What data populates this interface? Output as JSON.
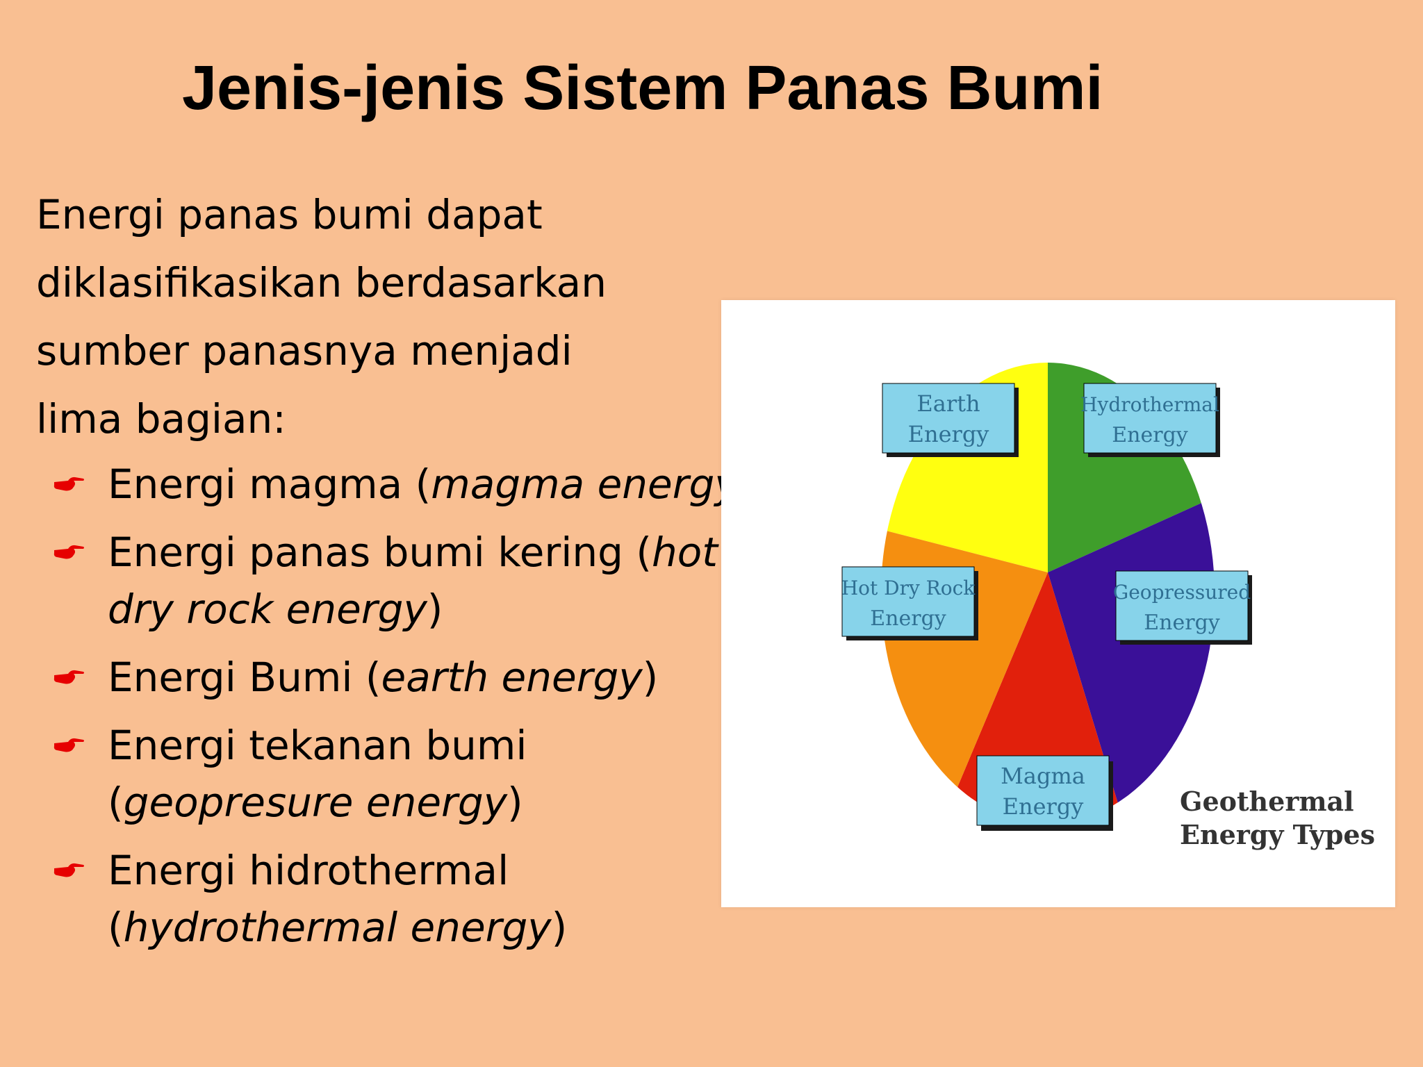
{
  "slide": {
    "title": "Jenis-jenis Sistem Panas Bumi",
    "intro_lines": [
      "Energi panas bumi dapat",
      "diklasifikasikan berdasarkan",
      "sumber panasnya menjadi",
      "lima bagian:"
    ],
    "bullets": [
      {
        "line1_plain": "Energi magma (",
        "line1_italic": "magma energy",
        "line1_tail": ")"
      },
      {
        "line1_plain": "Energi panas bumi kering (",
        "line1_italic": "hot",
        "line2_lead": "",
        "line2_italic": "dry rock energy",
        "line2_tail": ")"
      },
      {
        "line1_plain": "Energi Bumi (",
        "line1_italic": "earth energy",
        "line1_tail": ")"
      },
      {
        "line1_plain": "Energi tekanan bumi",
        "line2_lead": "(",
        "line2_italic": "geopresure energy",
        "line2_tail": ")"
      },
      {
        "line1_plain": "Energi hidrothermal",
        "line2_lead": "(",
        "line2_italic": "hydrothermal energy",
        "line2_tail": ")"
      }
    ],
    "bullet_color": "#e60000",
    "background_color": "#f9bf92"
  },
  "figure": {
    "caption_lines": [
      "Geothermal",
      "Energy Types"
    ],
    "labels": {
      "earth": [
        "Earth",
        "Energy"
      ],
      "hydrothermal": [
        "Hydrothermal",
        "Energy"
      ],
      "hot_dry_rock": [
        "Hot Dry Rock",
        "Energy"
      ],
      "geopressured": [
        "Geopressured",
        "Energy"
      ],
      "magma": [
        "Magma",
        "Energy"
      ]
    },
    "colors": {
      "earth": "#ffff10",
      "hydrothermal": "#3f9e2b",
      "geopressured": "#3a1098",
      "magma": "#e1200c",
      "hot_dry_rock": "#f58f10",
      "label_box": "#87d3ea"
    }
  }
}
